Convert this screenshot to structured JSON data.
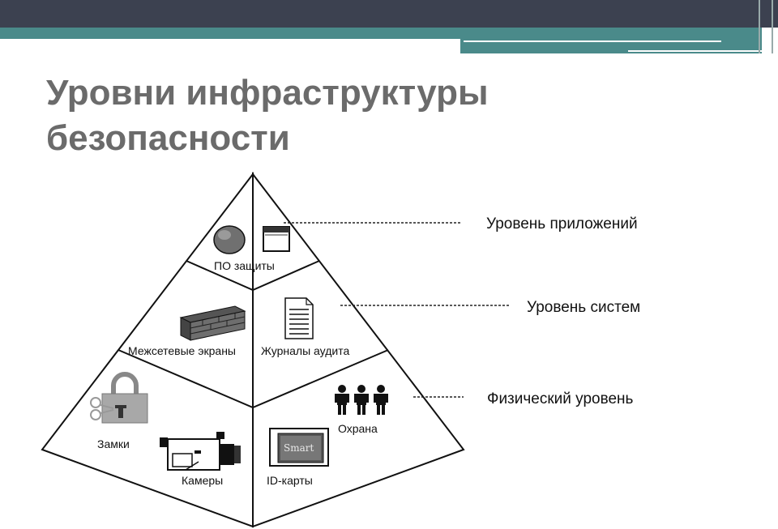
{
  "title_line1": "Уровни инфраструктуры",
  "title_line2": "безопасности",
  "levels": {
    "applications": "Уровень приложений",
    "systems": "Уровень систем",
    "physical": "Физический уровень"
  },
  "items": {
    "security_software": "ПО защиты",
    "firewalls": "Межсетевые экраны",
    "audit_logs": "Журналы аудита",
    "guards": "Охрана",
    "locks": "Замки",
    "cameras": "Камеры",
    "id_cards": "ID-карты",
    "smart_card_text": "Smart"
  },
  "colors": {
    "topbar": "#3c4150",
    "teal": "#4a8a8a",
    "title": "#6b6b6b"
  }
}
